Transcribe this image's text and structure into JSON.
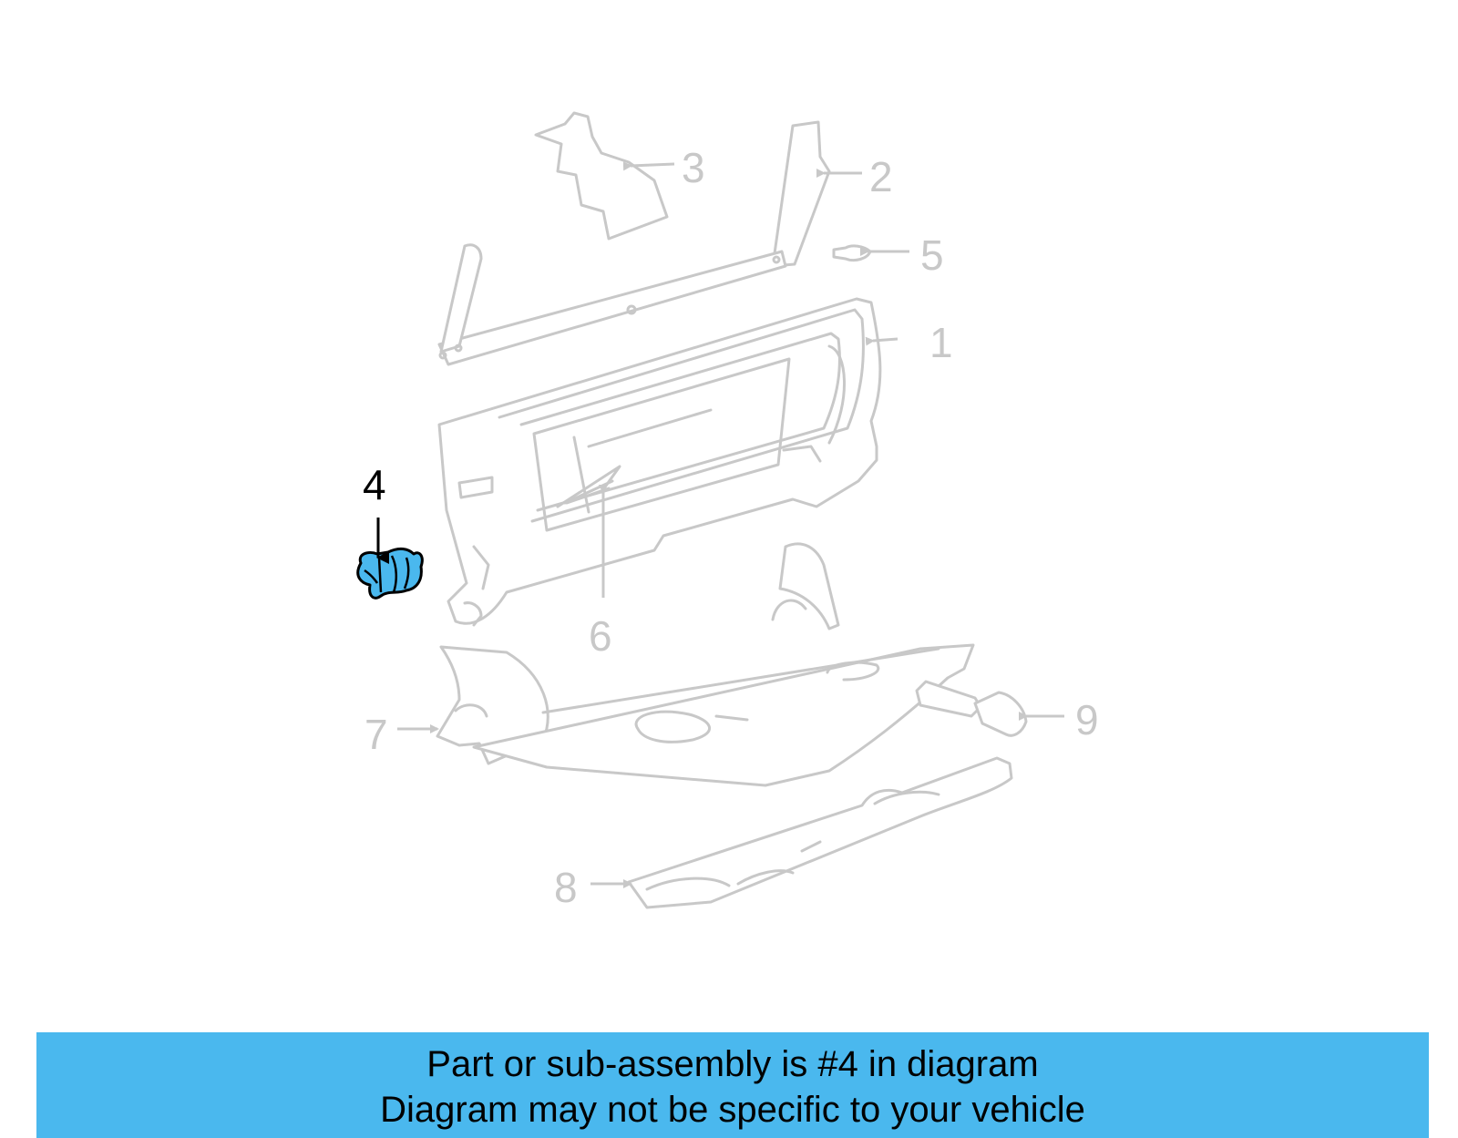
{
  "diagram": {
    "highlighted_part": "4",
    "highlight_color": "#4ab8ee",
    "line_color": "#c8c8c8",
    "callouts": {
      "c1": "1",
      "c2": "2",
      "c3": "3",
      "c4": "4",
      "c5": "5",
      "c6": "6",
      "c7": "7",
      "c8": "8",
      "c9": "9"
    }
  },
  "banner": {
    "line1": "Part or sub-assembly is #4 in diagram",
    "line2": "Diagram may not be specific to your vehicle",
    "background_color": "#4ab8ee"
  }
}
